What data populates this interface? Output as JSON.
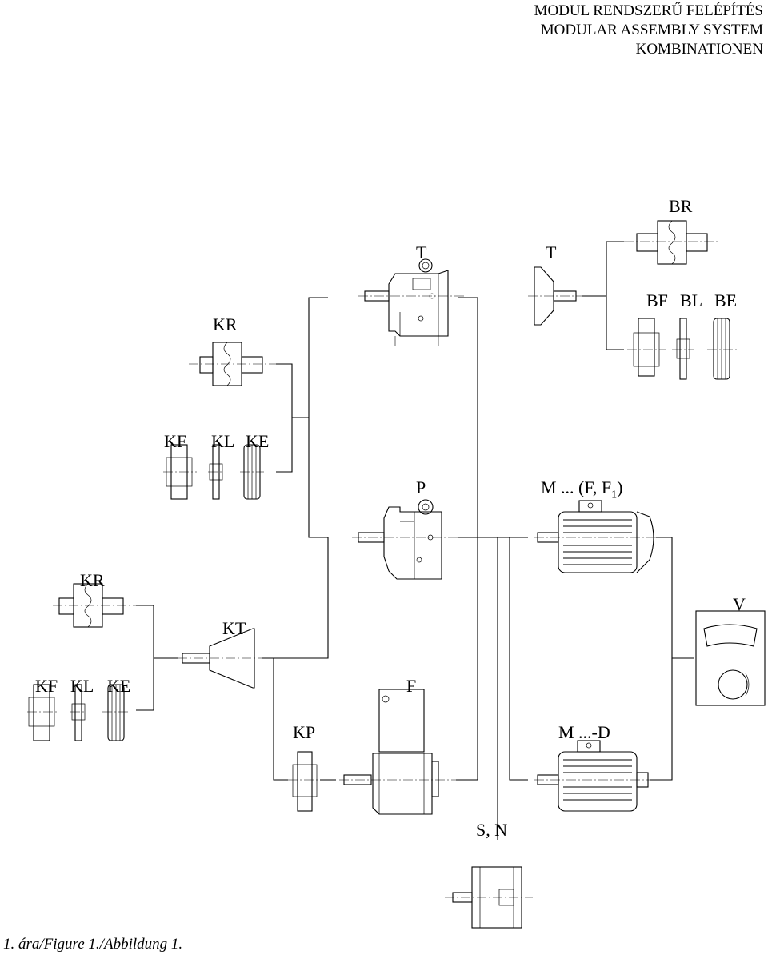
{
  "header": {
    "line1": "MODUL RENDSZERŰ FELÉPÍTÉS",
    "line2": "MODULAR ASSEMBLY SYSTEM",
    "line3": "KOMBINATIONEN"
  },
  "labels": {
    "br": "BR",
    "t_left": "T",
    "t_right": "T",
    "kr_top": "KR",
    "bf": "BF",
    "bl": "BL",
    "be": "BE",
    "kf_top": "KF",
    "kl_top": "KL",
    "ke_top": "KE",
    "p": "P",
    "m": "M ... (F, F",
    "m_sub": "1",
    "m_close": ")",
    "kr_mid": "KR",
    "v": "V",
    "kt": "KT",
    "kf_bot": "KF",
    "kl_bot": "KL",
    "ke_bot": "KE",
    "f": "F",
    "kp": "KP",
    "md": "M ...-D",
    "sn": "S, N"
  },
  "caption": "1. ára/Figure 1./Abbildung 1."
}
